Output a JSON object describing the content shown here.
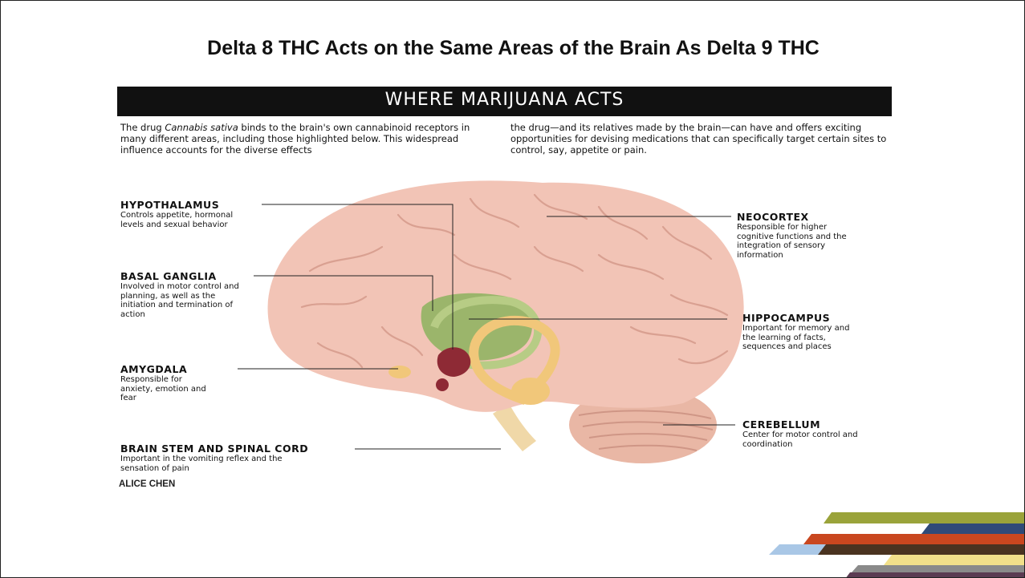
{
  "slide": {
    "title": "Delta 8 THC Acts on the Same Areas of the Brain As Delta 9 THC"
  },
  "figure": {
    "heading": "WHERE MARIJUANA ACTS",
    "intro_left_pre": "The drug ",
    "intro_left_em": "Cannabis sativa",
    "intro_left_post": " binds to the brain's own cannabinoid receptors in many different areas, including those highlighted below. This widespread influence accounts for the diverse effects",
    "intro_right": "the drug—and its relatives made by the brain—can have and offers exciting opportunities for devising medications that can specifically target certain sites to control, say, appetite or pain.",
    "credit": "ALICE CHEN",
    "labels": [
      {
        "id": "hypothalamus",
        "name": "HYPOTHALAMUS",
        "desc": "Controls appetite, hormonal levels and sexual behavior"
      },
      {
        "id": "basal-ganglia",
        "name": "BASAL GANGLIA",
        "desc": "Involved in motor control and planning, as well as the initiation and termination of action"
      },
      {
        "id": "amygdala",
        "name": "AMYGDALA",
        "desc": "Responsible for anxiety, emotion and fear"
      },
      {
        "id": "brain-stem",
        "name": "BRAIN STEM AND SPINAL CORD",
        "desc": "Important in the vomiting reflex and the sensation of pain"
      },
      {
        "id": "neocortex",
        "name": "NEOCORTEX",
        "desc": "Responsible for higher cognitive functions and the integration of sensory information"
      },
      {
        "id": "hippocampus",
        "name": "HIPPOCAMPUS",
        "desc": "Important for memory and the learning of facts, sequences and places"
      },
      {
        "id": "cerebellum",
        "name": "CEREBELLUM",
        "desc": "Center for motor control and coordination"
      }
    ]
  },
  "colors": {
    "brain": "#f2c4b6",
    "brain_fold": "#d9a091",
    "basal_ganglia": "#9bb56b",
    "hippocampus": "#f1c77a",
    "hypothalamus": "#8e2a35",
    "cerebellum": "#e9b7a5",
    "stripe_olive": "#9aa33a",
    "stripe_navy": "#2f4a78",
    "stripe_orange": "#c9471f",
    "stripe_blue": "#a9c7e6",
    "stripe_brown": "#4a3320",
    "stripe_yellow": "#f2e08a",
    "stripe_gray": "#8a8a8a",
    "stripe_plum": "#5b3b52"
  }
}
